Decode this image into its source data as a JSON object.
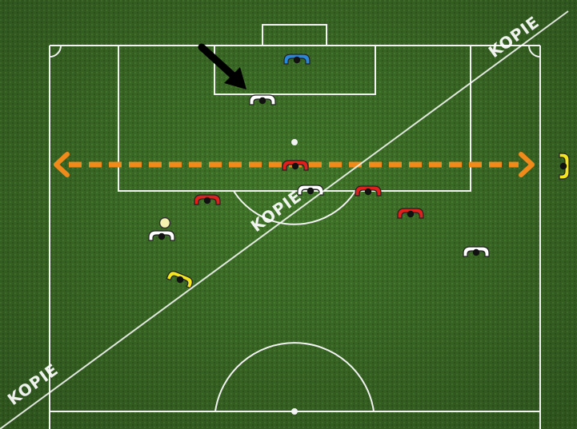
{
  "title": "",
  "colors": {
    "grass_dark": "#3c6e24",
    "grass_light": "#4d8a30",
    "line": "#f4f4f4",
    "red_team": "#e0201c",
    "white_team": "#ffffff",
    "yellow_team": "#f3e61e",
    "goalkeeper": "#2a86d6",
    "run_arrow": "#f08a1a",
    "cue_arrow": "#000000",
    "ball": "#f4f1b0"
  },
  "players": [
    {
      "team": "goalkeeper",
      "label": "goalkeeper-blue"
    },
    {
      "team": "white",
      "label": "white-player-1"
    },
    {
      "team": "red",
      "label": "red-player-1"
    },
    {
      "team": "white",
      "label": "white-player-2"
    },
    {
      "team": "red",
      "label": "red-player-2"
    },
    {
      "team": "red",
      "label": "red-player-3"
    },
    {
      "team": "red",
      "label": "red-player-4"
    },
    {
      "team": "white",
      "label": "white-player-3"
    },
    {
      "team": "white",
      "label": "white-player-4"
    },
    {
      "team": "yellow",
      "label": "yellow-player-1"
    },
    {
      "team": "yellow",
      "label": "yellow-player-2"
    }
  ],
  "run_arrow": {
    "style": "dashed",
    "heads": "both"
  },
  "watermarks": [
    {
      "text": "KOPIE"
    },
    {
      "text": "KOPIE"
    },
    {
      "text": "KOPIE"
    }
  ]
}
